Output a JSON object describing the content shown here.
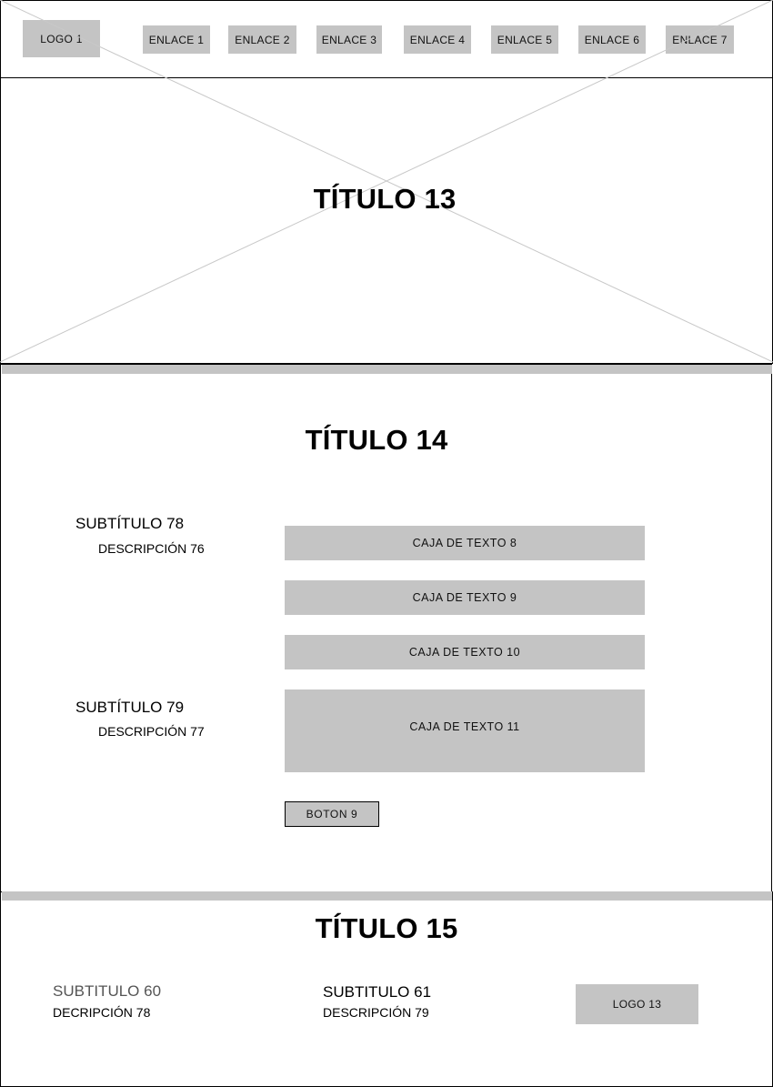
{
  "header": {
    "logo": "LOGO 1",
    "links": [
      "ENLACE 1",
      "ENLACE 2",
      "ENLACE 3",
      "ENLACE 4",
      "ENLACE 5",
      "ENLACE 6",
      "ENLACE 7"
    ]
  },
  "hero": {
    "title": "TÍTULO 13"
  },
  "section": {
    "title": "TÍTULO 14",
    "subtitle_a": "SUBTÍTULO 78",
    "description_a": "DESCRIPCIÓN 76",
    "subtitle_b": "SUBTÍTULO 79",
    "description_b": "DESCRIPCIÓN 77",
    "text_boxes": [
      "CAJA DE TEXTO 8",
      "CAJA DE TEXTO 9",
      "CAJA DE TEXTO 10",
      "CAJA DE TEXTO 11"
    ],
    "button": "BOTON 9"
  },
  "footer": {
    "title": "TÍTULO 15",
    "col1_subtitle": "SUBTITULO 60",
    "col1_description": "DECRIPCIÓN 78",
    "col2_subtitle": "SUBTITULO 61",
    "col2_description": "DESCRIPCIÓN 79",
    "logo": "LOGO 13"
  },
  "colors": {
    "placeholder": "#c4c4c4",
    "border": "#000000",
    "muted_text": "#555555"
  }
}
